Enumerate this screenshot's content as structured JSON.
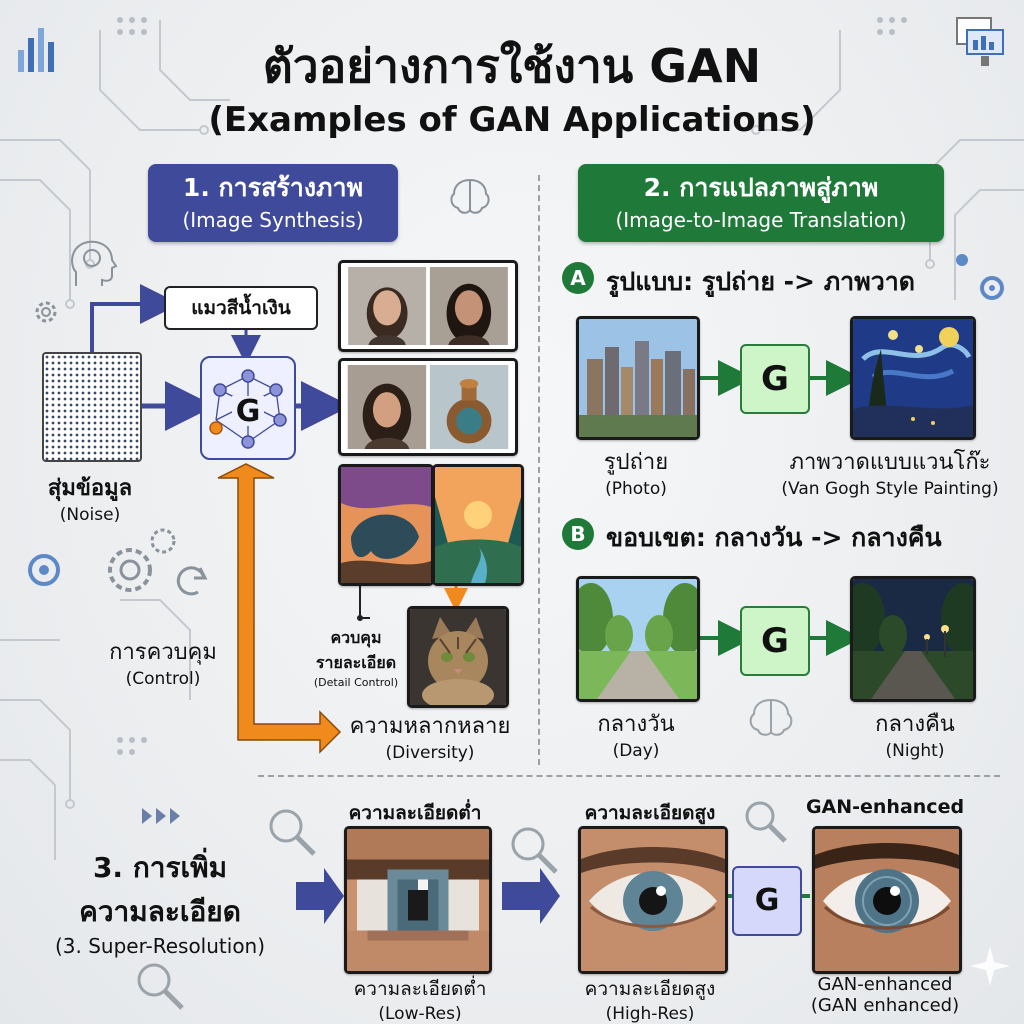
{
  "title": {
    "thai": "ตัวอย่างการใช้งาน GAN",
    "english": "(Examples of GAN Applications)"
  },
  "section1": {
    "title_thai": "1. การสร้างภาพ",
    "title_english": "(Image Synthesis)",
    "condition_label": "แมวสีน้ำเงิน",
    "generator_label": "G",
    "noise_thai": "สุ่มข้อมูล",
    "noise_english": "(Noise)",
    "control_thai": "การควบคุม",
    "control_english": "(Control)",
    "detail_line1": "ควบคุม",
    "detail_line2": "รายละเอียด",
    "detail_english": "(Detail Control)",
    "diversity_thai": "ความหลากหลาย",
    "diversity_english": "(Diversity)"
  },
  "section2": {
    "title_thai": "2. การแปลภาพสู่ภาพ",
    "title_english": "(Image-to-Image Translation)",
    "a_badge": "A",
    "a_heading": "รูปแบบ: รูปถ่าย -> ภาพวาด",
    "a_in_thai": "รูปถ่าย",
    "a_in_english": "(Photo)",
    "a_out_thai": "ภาพวาดแบบแวนโก๊ะ",
    "a_out_english": "(Van Gogh Style Painting)",
    "b_badge": "B",
    "b_heading": "ขอบเขต: กลางวัน -> กลางคืน",
    "b_in_thai": "กลางวัน",
    "b_in_english": "(Day)",
    "b_out_thai": "กลางคืน",
    "b_out_english": "(Night)",
    "generator_label": "G"
  },
  "section3": {
    "title_line1": "3. การเพิ่ม",
    "title_line2": "ความละเอียด",
    "title_english": "(3. Super-Resolution)",
    "low_top": "ความละเอียดต่ำ",
    "low_bottom_thai": "ความละเอียดต่ำ",
    "low_bottom_english": "(Low-Res)",
    "high_top": "ความละเอียดสูง",
    "high_bottom_thai": "ความละเอียดสูง",
    "high_bottom_english": "(High-Res)",
    "enh_top": "GAN-enhanced",
    "enh_bottom_1": "GAN-enhanced",
    "enh_bottom_2": "(GAN enhanced)",
    "generator_label": "G"
  },
  "colors": {
    "blue": "#3f4a9a",
    "green": "#1f7a3a",
    "orange": "#f08a1c"
  }
}
